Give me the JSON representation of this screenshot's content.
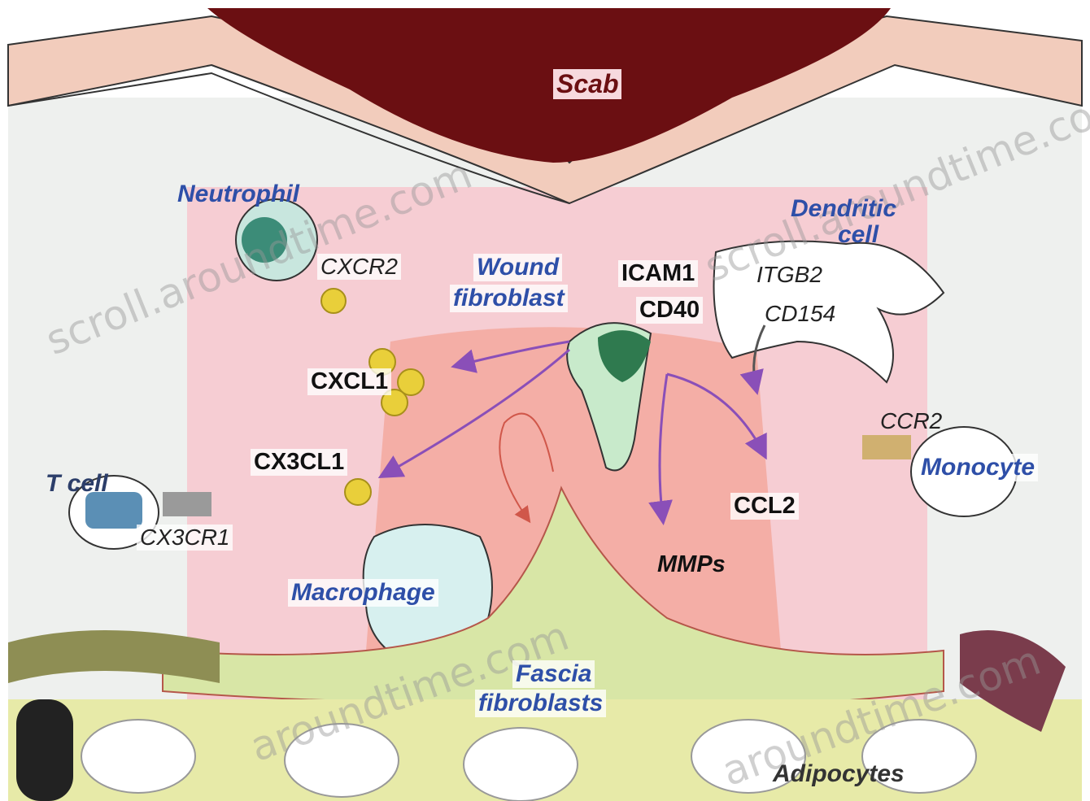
{
  "labels": {
    "scab": "Scab",
    "neutrophil": "Neutrophil",
    "cxcr2": "CXCR2",
    "wound_fibroblast_1": "Wound",
    "wound_fibroblast_2": "fibroblast",
    "icam1": "ICAM1",
    "cd40": "CD40",
    "itgb2": "ITGB2",
    "cd154": "CD154",
    "dendritic_1": "Dendritic",
    "dendritic_2": "cell",
    "cxcl1": "CXCL1",
    "cx3cl1": "CX3CL1",
    "t_cell": "T cell",
    "cx3cr1": "CX3CR1",
    "ccr2": "CCR2",
    "monocyte": "Monocyte",
    "ccl2": "CCL2",
    "mmps": "MMPs",
    "macrophage": "Macrophage",
    "fascia_1": "Fascia",
    "fascia_2": "fibroblasts",
    "adipocytes": "Adipocytes"
  },
  "watermarks": [
    "scroll.aroundtime.com",
    "scroll.aroundtime.com",
    "aroundtime.com",
    "aroundtime.com"
  ],
  "colors": {
    "scab": "#6b0f12",
    "dermis_pink": "#f6cdd3",
    "wound_core": "#f3a89e",
    "skin_band": "#f2ccbc",
    "cell_label_blue": "#2e4fa8",
    "arrow_purple": "#8a4fb8",
    "fibroblast_green": "#2f7a4f",
    "adipocyte_yellow": "#e7eaa8",
    "chemokine_yellow": "#e9cf3a"
  }
}
